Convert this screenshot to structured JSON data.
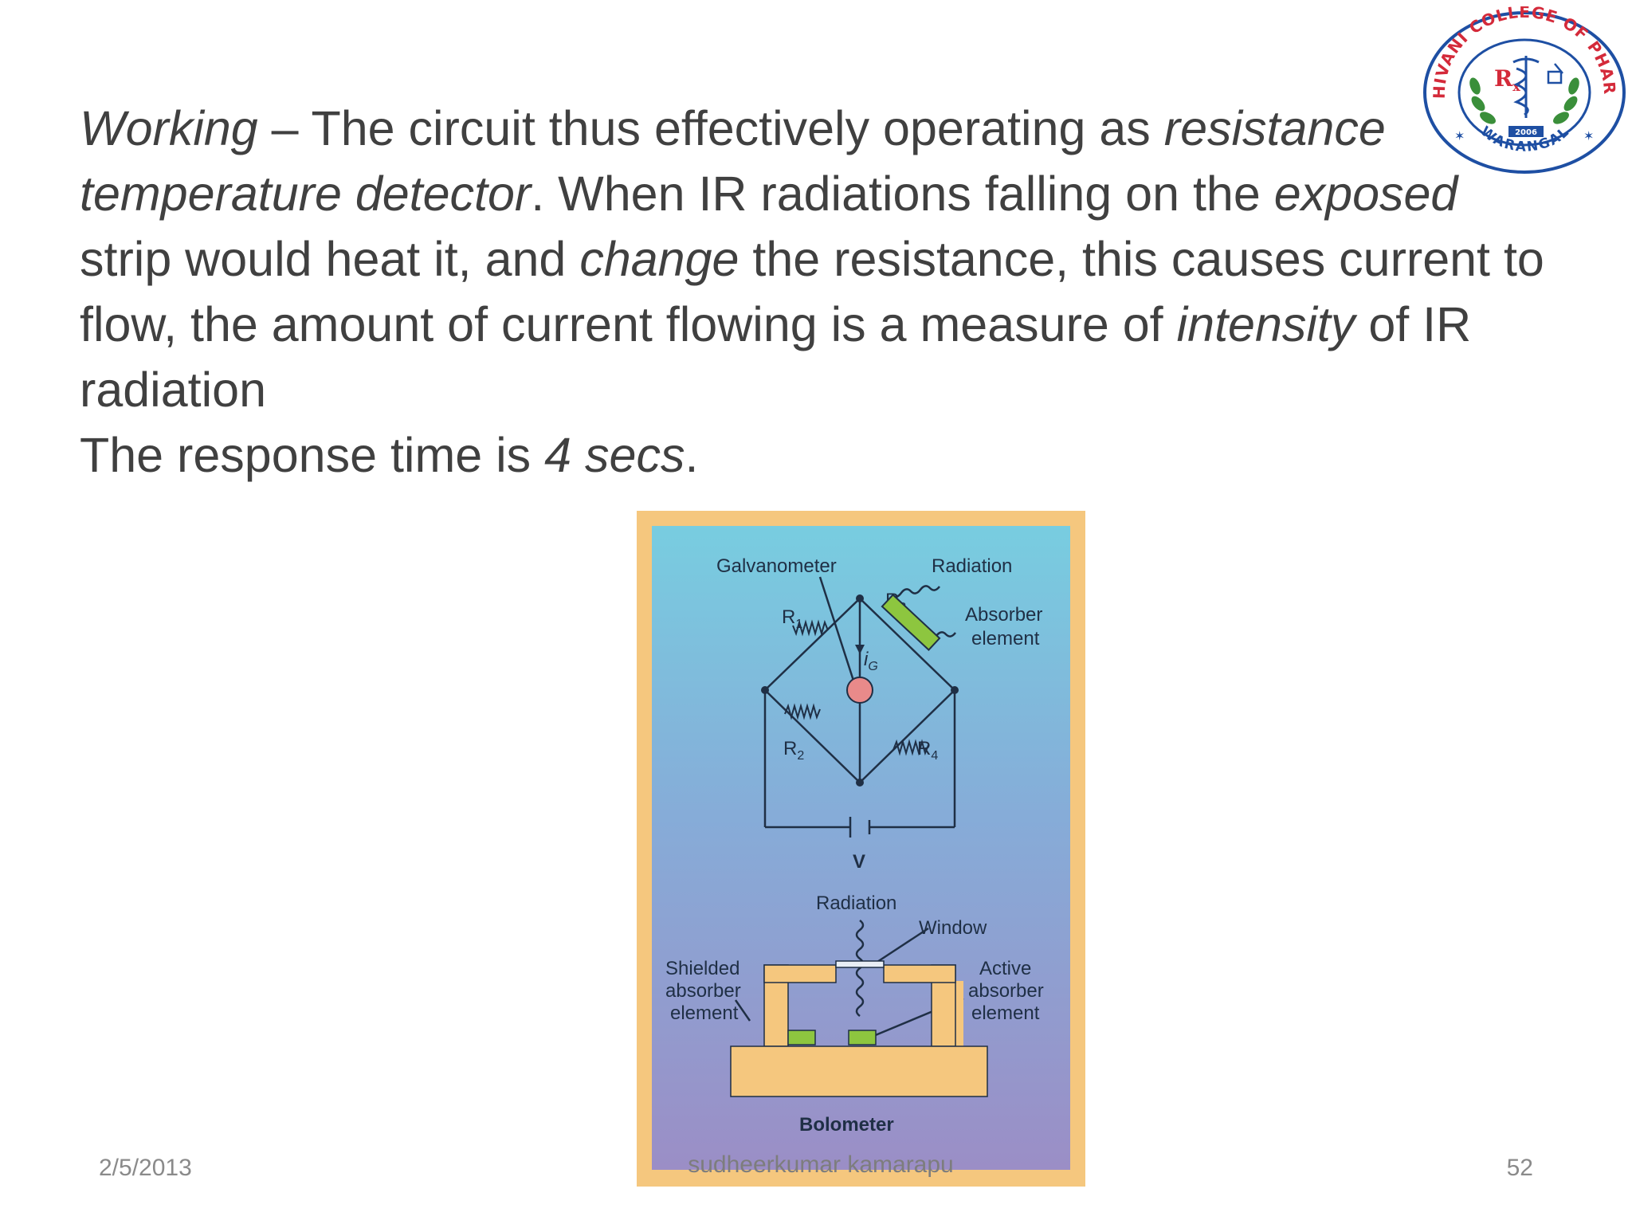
{
  "content": {
    "p1_working": "Working",
    "p1_a": " – The circuit thus effectively operating as ",
    "p1_rtd": "resistance temperature detector",
    "p1_b": ". When IR radiations falling on the ",
    "p1_exposed": "exposed",
    "p1_c": " strip would heat it, and ",
    "p1_change": "change",
    "p1_d": " the resistance, this causes current to flow, the amount of current flowing is a measure of ",
    "p1_intensity": "intensity",
    "p1_e": " of IR radiation",
    "p2_a": "The response time is ",
    "p2_time": "4 secs",
    "p2_b": "."
  },
  "logo": {
    "ring_text": "SRI SHIVANI COLLEGE OF PHARMACY",
    "bottom_text": "WARANGAL",
    "year": "2006",
    "rx": "R",
    "rx_sub": "x"
  },
  "figure": {
    "galvanometer": "Galvanometer",
    "radiation_top": "Radiation",
    "r1": "R",
    "r1_sub": "1",
    "r2": "R",
    "r2_sub": "2",
    "r3": "R",
    "r3_sub": "3",
    "r4": "R",
    "r4_sub": "4",
    "ig": "i",
    "ig_sub": "G",
    "absorber_1": "Absorber",
    "absorber_2": "element",
    "voltage": "V",
    "radiation_bottom": "Radiation",
    "window": "Window",
    "shielded_1": "Shielded",
    "shielded_2": "absorber",
    "shielded_3": "element",
    "active_1": "Active",
    "active_2": "absorber",
    "active_3": "element",
    "caption": "Bolometer"
  },
  "footer": {
    "date": "2/5/2013",
    "author": "sudheerkumar kamarapu",
    "page": "52"
  },
  "colors": {
    "text": "#404040",
    "figure_border": "#f5c77e",
    "figure_bg_top": "#78cde0",
    "figure_bg_bottom": "#9b8ec6",
    "absorber_green": "#8dc63f",
    "galvanometer_red": "#e98a8a",
    "logo_blue": "#d42a3a"
  }
}
